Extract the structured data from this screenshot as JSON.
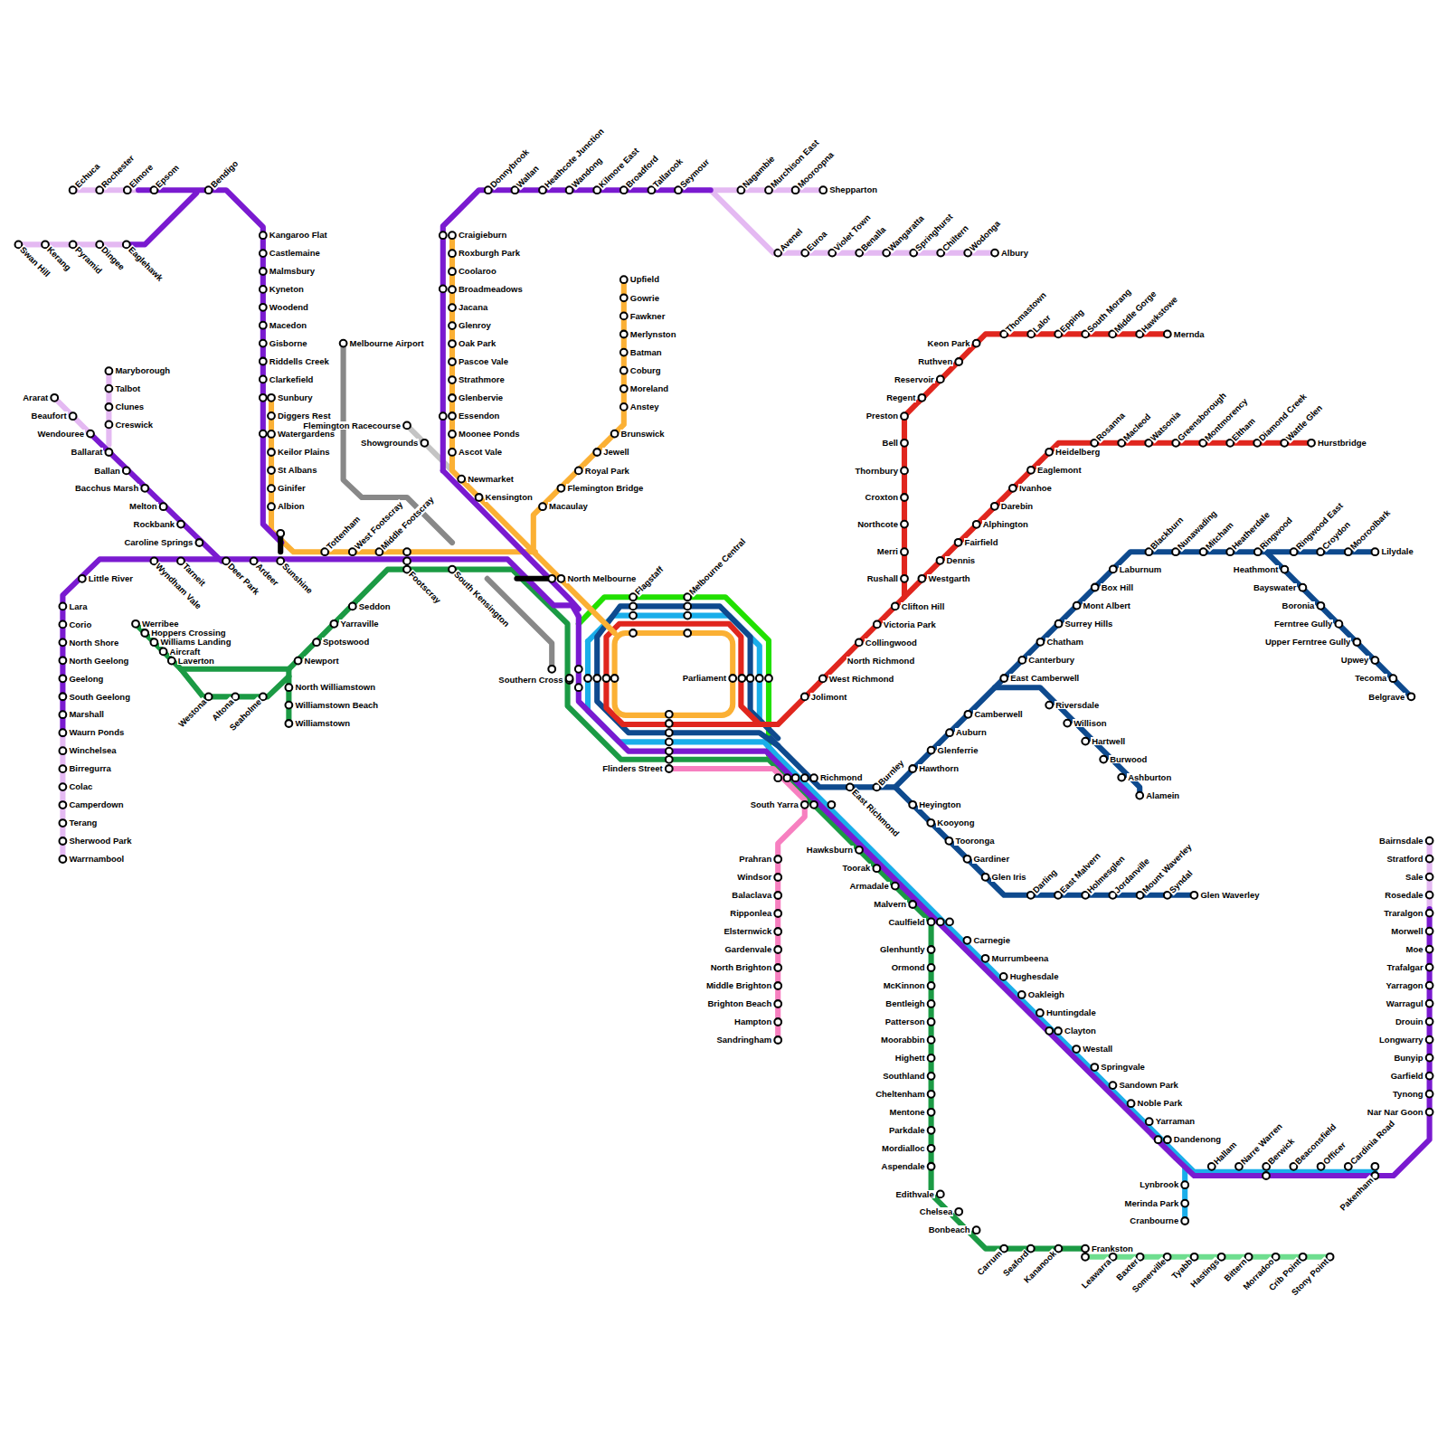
{
  "diagram": {
    "labels": [
      "Echuca",
      "Rochester",
      "Elmore",
      "Epsom",
      "Bendigo",
      "Swan Hill",
      "Kerang",
      "Pyramid",
      "Dingee",
      "Eaglehawk",
      "Kangaroo Flat",
      "Castlemaine",
      "Malmsbury",
      "Kyneton",
      "Woodend",
      "Macedon",
      "Gisborne",
      "Riddells Creek",
      "Clarkefield",
      "Sunbury",
      "Diggers Rest",
      "Watergardens",
      "Keilor Plains",
      "St Albans",
      "Ginifer",
      "Albion",
      "Melbourne Airport",
      "Flemington Racecourse",
      "Showgrounds",
      "Ararat",
      "Beaufort",
      "Wendouree",
      "Maryborough",
      "Talbot",
      "Clunes",
      "Creswick",
      "Ballarat",
      "Ballan",
      "Bacchus Marsh",
      "Melton",
      "Rockbank",
      "Caroline Springs",
      "Little River",
      "Wyndham Vale",
      "Tarneit",
      "Deer Park",
      "Ardeer",
      "Sunshine",
      "Tottenham",
      "West Footscray",
      "Middle Footscray",
      "Footscray",
      "South Kensington",
      "Lara",
      "Corio",
      "North Shore",
      "North Geelong",
      "Geelong",
      "South Geelong",
      "Marshall",
      "Waurn Ponds",
      "Winchelsea",
      "Birregurra",
      "Colac",
      "Camperdown",
      "Terang",
      "Sherwood Park",
      "Warrnambool",
      "Werribee",
      "Hoppers Crossing",
      "Williams Landing",
      "Aircraft",
      "Laverton",
      "Westona",
      "Altona",
      "Seaholme",
      "Newport",
      "Spotswood",
      "Yarraville",
      "Seddon",
      "North Williamstown",
      "Williamstown Beach",
      "Williamstown",
      "Craigieburn",
      "Roxburgh Park",
      "Coolaroo",
      "Broadmeadows",
      "Jacana",
      "Glenroy",
      "Oak Park",
      "Pascoe Vale",
      "Strathmore",
      "Glenbervie",
      "Essendon",
      "Moonee Ponds",
      "Ascot Vale",
      "Newmarket",
      "Kensington",
      "Donnybrook",
      "Wallan",
      "Heathcote Junction",
      "Wandong",
      "Kilmore East",
      "Broadford",
      "Tallarook",
      "Seymour",
      "Nagambie",
      "Murchison East",
      "Mooroopna",
      "Shepparton",
      "Avenel",
      "Euroa",
      "Violet Town",
      "Benalla",
      "Wangaratta",
      "Springhurst",
      "Chiltern",
      "Wodonga",
      "Albury",
      "Upfield",
      "Gowrie",
      "Fawkner",
      "Merlynston",
      "Batman",
      "Coburg",
      "Moreland",
      "Anstey",
      "Brunswick",
      "Jewell",
      "Royal Park",
      "Flemington Bridge",
      "Macaulay",
      "North Melbourne",
      "Flagstaff",
      "Melbourne Central",
      "Southern Cross",
      "Parliament",
      "Flinders Street",
      "Richmond",
      "South Yarra",
      "East Richmond",
      "Burnley",
      "Jolimont",
      "West Richmond",
      "North Richmond",
      "Collingwood",
      "Victoria Park",
      "Clifton Hill",
      "Rushall",
      "Merri",
      "Northcote",
      "Croxton",
      "Thornbury",
      "Bell",
      "Preston",
      "Regent",
      "Reservoir",
      "Ruthven",
      "Keon Park",
      "Thomastown",
      "Lalor",
      "Epping",
      "South Morang",
      "Middle Gorge",
      "Hawkstowe",
      "Mernda",
      "Westgarth",
      "Dennis",
      "Fairfield",
      "Alphington",
      "Darebin",
      "Ivanhoe",
      "Eaglemont",
      "Heidelberg",
      "Rosanna",
      "Macleod",
      "Watsonia",
      "Greensborough",
      "Montmorency",
      "Eltham",
      "Diamond Creek",
      "Wattle Glen",
      "Hurstbridge",
      "Hawthorn",
      "Glenferrie",
      "Auburn",
      "Camberwell",
      "East Camberwell",
      "Canterbury",
      "Chatham",
      "Surrey Hills",
      "Mont Albert",
      "Box Hill",
      "Laburnum",
      "Blackburn",
      "Nunawading",
      "Mitcham",
      "Heatherdale",
      "Ringwood",
      "Ringwood East",
      "Croydon",
      "Mooroolbark",
      "Lilydale",
      "Heathmont",
      "Bayswater",
      "Boronia",
      "Ferntree Gully",
      "Upper Ferntree Gully",
      "Upwey",
      "Tecoma",
      "Belgrave",
      "Riversdale",
      "Willison",
      "Hartwell",
      "Burwood",
      "Ashburton",
      "Alamein",
      "Heyington",
      "Kooyong",
      "Tooronga",
      "Gardiner",
      "Glen Iris",
      "Darling",
      "East Malvern",
      "Holmesglen",
      "Jordanville",
      "Mount Waverley",
      "Syndal",
      "Glen Waverley",
      "Prahran",
      "Windsor",
      "Balaclava",
      "Ripponlea",
      "Elsternwick",
      "Gardenvale",
      "North Brighton",
      "Middle Brighton",
      "Brighton Beach",
      "Hampton",
      "Sandringham",
      "Hawksburn",
      "Toorak",
      "Armadale",
      "Malvern",
      "Caulfield",
      "Glenhuntly",
      "Ormond",
      "McKinnon",
      "Bentleigh",
      "Patterson",
      "Moorabbin",
      "Highett",
      "Southland",
      "Cheltenham",
      "Mentone",
      "Parkdale",
      "Mordialloc",
      "Aspendale",
      "Edithvale",
      "Chelsea",
      "Bonbeach",
      "Carrum",
      "Seaford",
      "Kananook",
      "Frankston",
      "Leawarra",
      "Baxter",
      "Somerville",
      "Tyabb",
      "Hastings",
      "Bittern",
      "Morradoo",
      "Crib Point",
      "Stony Point",
      "Carnegie",
      "Murrumbeena",
      "Hughesdale",
      "Oakleigh",
      "Huntingdale",
      "Clayton",
      "Westall",
      "Springvale",
      "Sandown Park",
      "Noble Park",
      "Yarraman",
      "Dandenong",
      "Lynbrook",
      "Merinda Park",
      "Cranbourne",
      "Hallam",
      "Narre Warren",
      "Berwick",
      "Beaconsfield",
      "Officer",
      "Cardinia Road",
      "Pakenham",
      "Bairnsdale",
      "Stratford",
      "Sale",
      "Rosedale",
      "Traralgon",
      "Morwell",
      "Moe",
      "Trafalgar",
      "Yarragon",
      "Warragul",
      "Drouin",
      "Longwarry",
      "Bunyip",
      "Garfield",
      "Tynong",
      "Nar Nar Goon"
    ]
  }
}
